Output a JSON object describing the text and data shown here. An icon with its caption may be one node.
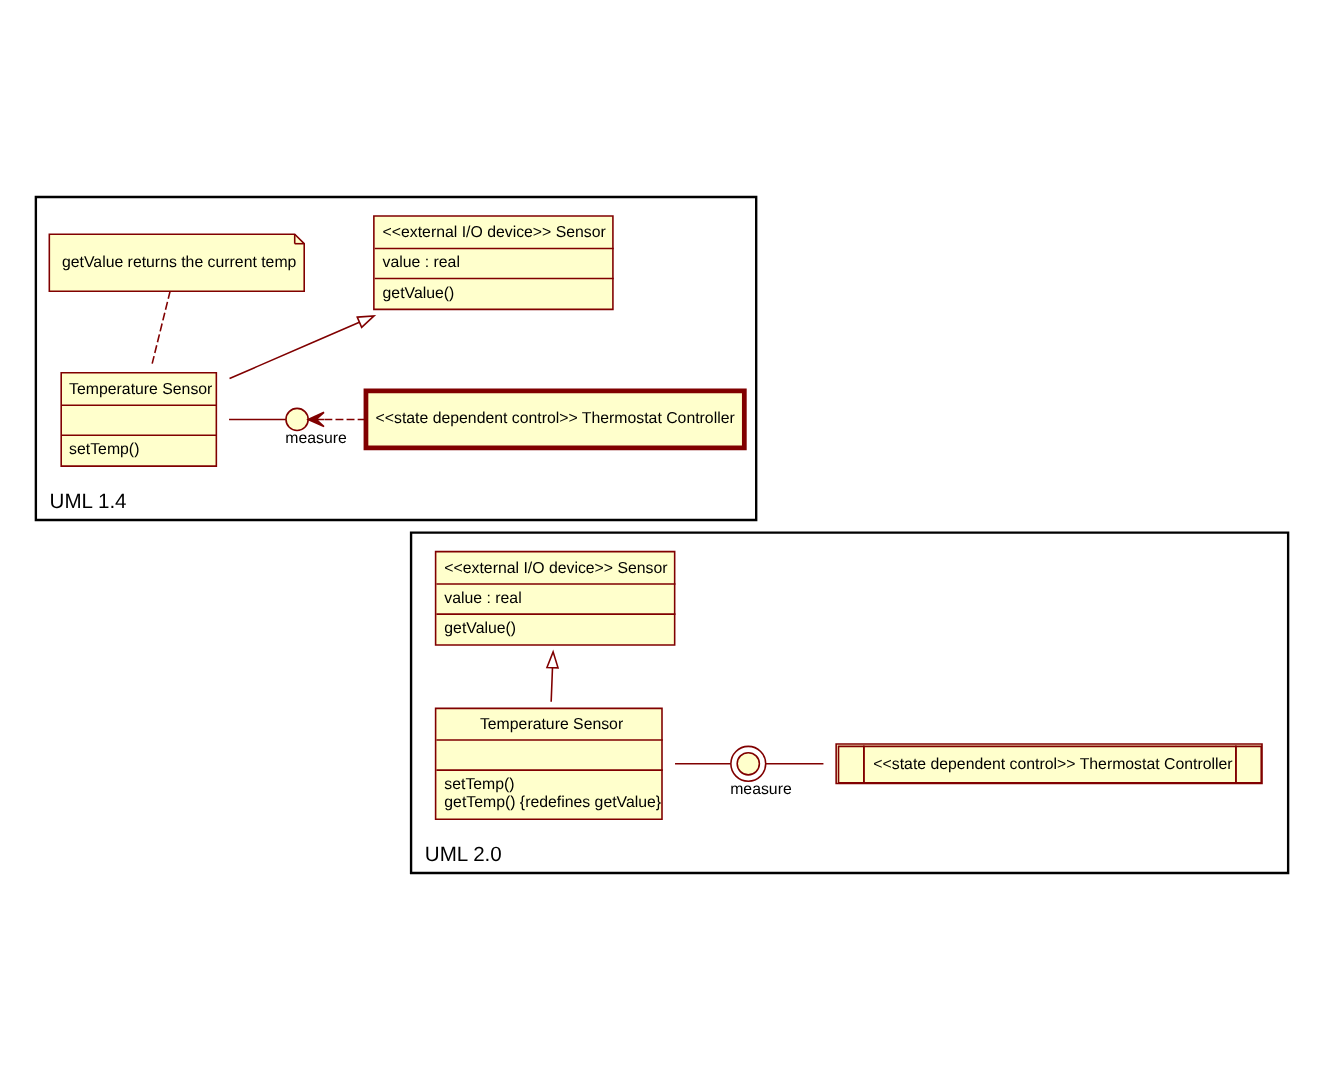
{
  "diagram": {
    "nodes": [
      {
        "text": [
          "UML 1.4"
        ]
      },
      {
        "text": [
          "getValue returns the current temp"
        ],
        "in": 0
      },
      {
        "text": [
          "<<external I/O device>> Sensor",
          "value : real",
          "getValue()"
        ],
        "in": 0
      },
      {
        "text": [
          "<<state dependent control>> Thermostat Controller"
        ],
        "in": 0
      },
      {
        "text": [],
        "shape": "circle",
        "beside": [
          "measure"
        ],
        "in": 0
      },
      {
        "text": [
          "Temperature Sensor",
          "setTemp()"
        ],
        "in": 0
      },
      {
        "text": [
          "UML 2.0"
        ]
      },
      {
        "text": [
          "<<external I/O device>> Sensor",
          "value : real",
          "getValue()"
        ],
        "in": 6
      },
      {
        "text": [
          "<<state dependent control>> Thermostat Controller"
        ],
        "in": 6
      },
      {
        "text": [],
        "shape": "circle",
        "beside": [
          "measure"
        ],
        "in": 6
      },
      {
        "text": [
          "Temperature Sensor",
          "setTemp()",
          "getTemp() {redefines getValue}"
        ],
        "in": 6
      }
    ],
    "edges": [
      {
        "from": 1,
        "to": 5,
        "arrow": "none",
        "style": "dashed"
      },
      {
        "from": 5,
        "to": 2,
        "arrow": "to"
      },
      {
        "from": 3,
        "to": 4,
        "arrow": "to",
        "style": "dashed"
      },
      {
        "from": 5,
        "to": 4,
        "arrow": "none"
      },
      {
        "from": 10,
        "to": 7,
        "arrow": "to"
      },
      {
        "from": 8,
        "to": 9,
        "arrow": "none"
      },
      {
        "from": 10,
        "to": 9,
        "arrow": "none"
      }
    ]
  }
}
